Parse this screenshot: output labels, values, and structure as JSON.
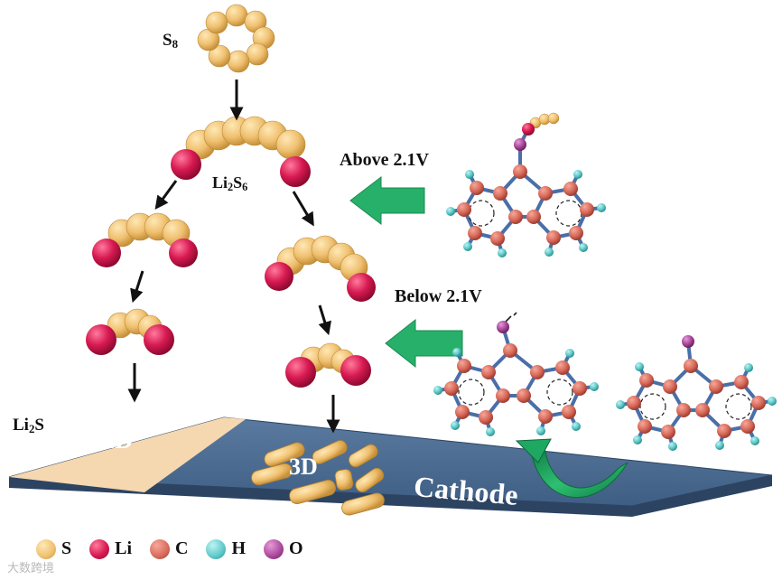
{
  "labels": {
    "s8": "S",
    "s8_sub": "8",
    "li2s6_a": "Li",
    "li2s6_sub1": "2",
    "li2s6_b": "S",
    "li2s6_sub2": "6",
    "li2s_a": "Li",
    "li2s_sub": "2",
    "li2s_b": "S",
    "above": "Above 2.1V",
    "below": "Below 2.1V",
    "region_2d": "2D",
    "region_3d": "3D",
    "cathode": "Cathode"
  },
  "legend": [
    {
      "symbol": "S",
      "color": "#EFC070"
    },
    {
      "symbol": "Li",
      "color": "#D81A52"
    },
    {
      "symbol": "C",
      "color": "#D86A5A"
    },
    {
      "symbol": "H",
      "color": "#5CC8C8"
    },
    {
      "symbol": "O",
      "color": "#A8469A"
    }
  ],
  "watermark": "大数跨境",
  "colors": {
    "sulfur": "#EFC070",
    "lithium": "#D81A52",
    "carbon": "#D86A5A",
    "hydrogen": "#5CC8C8",
    "oxygen": "#A8469A",
    "bond": "#4A6FA8",
    "arrow_green": "#27B06A",
    "cathode_plate": "#4F6E92",
    "region_2d": "#F5D7B0"
  }
}
